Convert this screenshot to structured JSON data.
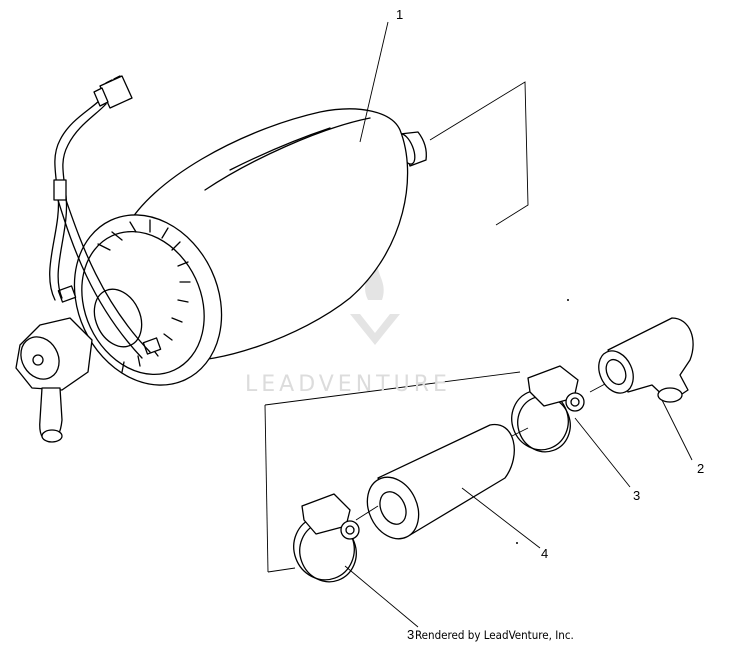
{
  "callouts": {
    "c1": "1",
    "c2": "2",
    "c3a": "3",
    "c3b": "3",
    "c4": "4"
  },
  "watermark": "LEADVENTURE",
  "footer": "Rendered by LeadVenture, Inc."
}
